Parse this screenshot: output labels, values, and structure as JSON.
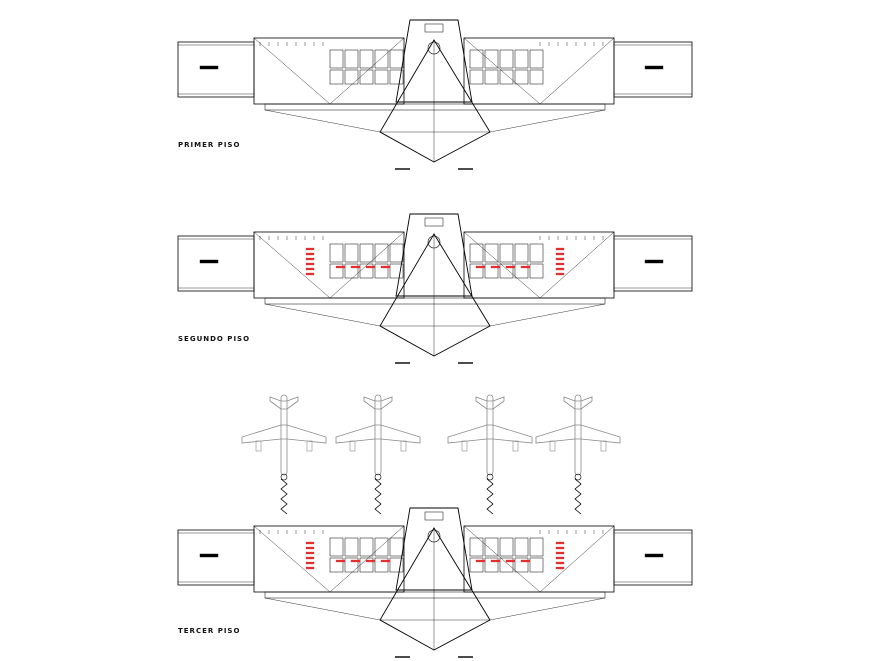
{
  "floors": [
    {
      "label": "PRIMER PISO"
    },
    {
      "label": "SEGUNDO PISO"
    },
    {
      "label": "TERCER PISO"
    }
  ],
  "colors": {
    "line": "#000000",
    "accent": "#e03030",
    "plane": "#8a8a8a",
    "background": "#ffffff"
  },
  "aircraft_count": 4
}
